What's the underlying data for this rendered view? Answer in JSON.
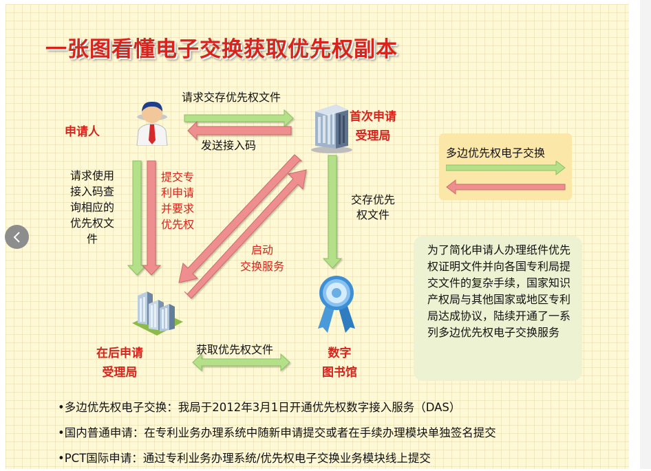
{
  "title": "一张图看懂电子交换获取优先权副本",
  "nodes": {
    "applicant": "申请人",
    "first_office": [
      "首次申请",
      "受理局"
    ],
    "later_office": [
      "在后申请",
      "受理局"
    ],
    "digital_library": [
      "数字",
      "图书馆"
    ]
  },
  "flows": {
    "request_deposit": "请求交存优先权文件",
    "send_access_code": "发送接入码",
    "request_access_code": [
      "请求使用",
      "接入码查",
      "询相应的",
      "优先权文",
      "件"
    ],
    "submit_request": [
      "提交专",
      "利申请",
      "并要求",
      "优先权"
    ],
    "start_exchange": [
      "启动",
      "交换服务"
    ],
    "deposit_priority": [
      "交存优先",
      "权文件"
    ],
    "retrieve_priority": "获取优先权文件"
  },
  "legend": {
    "label": "多边优先权电子交换"
  },
  "note": "为了简化申请人办理纸件优先权证明文件并向各国专利局提交文件的复杂手续，国家知识产权局与其他国家或地区专利局达成协议，陆续开通了一系列多边优先权电子交换服务",
  "bullets": [
    "•多边优先权电子交换：我局于2012年3月1日开通优先权数字接入服务（DAS）",
    "•国内普通申请：在专利业务办理系统中随新申请提交或者在手续办理模块单独签名提交",
    "•PCT国际申请：通过专利业务办理系统/优先权电子交换业务模块线上提交"
  ],
  "colors": {
    "green_arrow": "#b4e08a",
    "red_arrow": "#ef8e8e",
    "title_red": "#d6231b"
  },
  "icons": [
    "person-icon",
    "office-building-icon",
    "later-office-building-icon",
    "ribbon-award-icon",
    "chevron-left-icon"
  ]
}
